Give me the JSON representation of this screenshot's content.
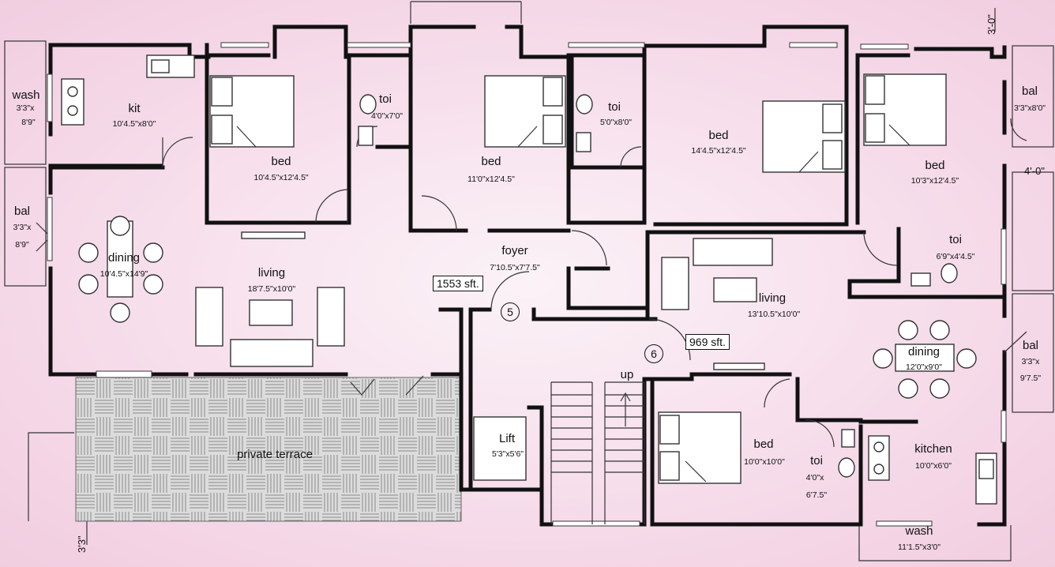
{
  "rooms": {
    "wash_left": {
      "name": "wash",
      "dim": [
        "3'3\"x",
        "8'9\""
      ]
    },
    "kit": {
      "name": "kit",
      "dim": "10'4.5\"x8'0\""
    },
    "bed1": {
      "name": "bed",
      "dim": "10'4.5\"x12'4.5\""
    },
    "toi1": {
      "name": "toi",
      "dim": "4'0\"x7'0\""
    },
    "bed2": {
      "name": "bed",
      "dim": "11'0\"x12'4.5\""
    },
    "toi2": {
      "name": "toi",
      "dim": "5'0\"x8'0\""
    },
    "bed3": {
      "name": "bed",
      "dim": "14'4.5\"x12'4.5\""
    },
    "bed4": {
      "name": "bed",
      "dim": "10'3\"x12'4.5\""
    },
    "bal_top_right": {
      "name": "bal",
      "dim": "3'3\"x8'0\""
    },
    "bal_left": {
      "name": "bal",
      "dim": [
        "3'3\"x",
        "8'9\""
      ]
    },
    "dining1": {
      "name": "dining",
      "dim": "10'4.5\"x14'9\""
    },
    "living1": {
      "name": "living",
      "dim": "18'7.5\"x10'0\""
    },
    "foyer": {
      "name": "foyer",
      "dim": "7'10.5\"x7'7.5\""
    },
    "living2": {
      "name": "living",
      "dim": "13'10.5\"x10'0\""
    },
    "toi3": {
      "name": "toi",
      "dim": "6'9\"x4'4.5\""
    },
    "dining2": {
      "name": "dining",
      "dim": "12'0\"x9'0\""
    },
    "bal_right": {
      "name": "bal",
      "dim": [
        "3'3\"x",
        "9'7.5\""
      ]
    },
    "lift": {
      "name": "Lift",
      "dim": "5'3\"x5'6\""
    },
    "bed5": {
      "name": "bed",
      "dim": "10'0\"x10'0\""
    },
    "toi4": {
      "name": "toi",
      "dim": [
        "4'0\"x",
        "6'7.5\""
      ]
    },
    "kitchen2": {
      "name": "kitchen",
      "dim": "10'0\"x6'0\""
    },
    "wash_bottom": {
      "name": "wash",
      "dim": "11'1.5\"x3'0\""
    },
    "terrace": {
      "name": "private terrace"
    }
  },
  "areas": {
    "unit5": "1553 sft.",
    "unit6": "969 sft."
  },
  "units": {
    "unit5": "5",
    "unit6": "6"
  },
  "stair": {
    "up": "up"
  },
  "dims": {
    "top_right_vertical": "3'-0\"",
    "right_side": "4'-0\"",
    "bottom_left_vertical": "3'3\""
  },
  "colors": {
    "background": "#f6dbe9",
    "walls": "#111111",
    "terrace_fill": "#d6d6d6"
  }
}
